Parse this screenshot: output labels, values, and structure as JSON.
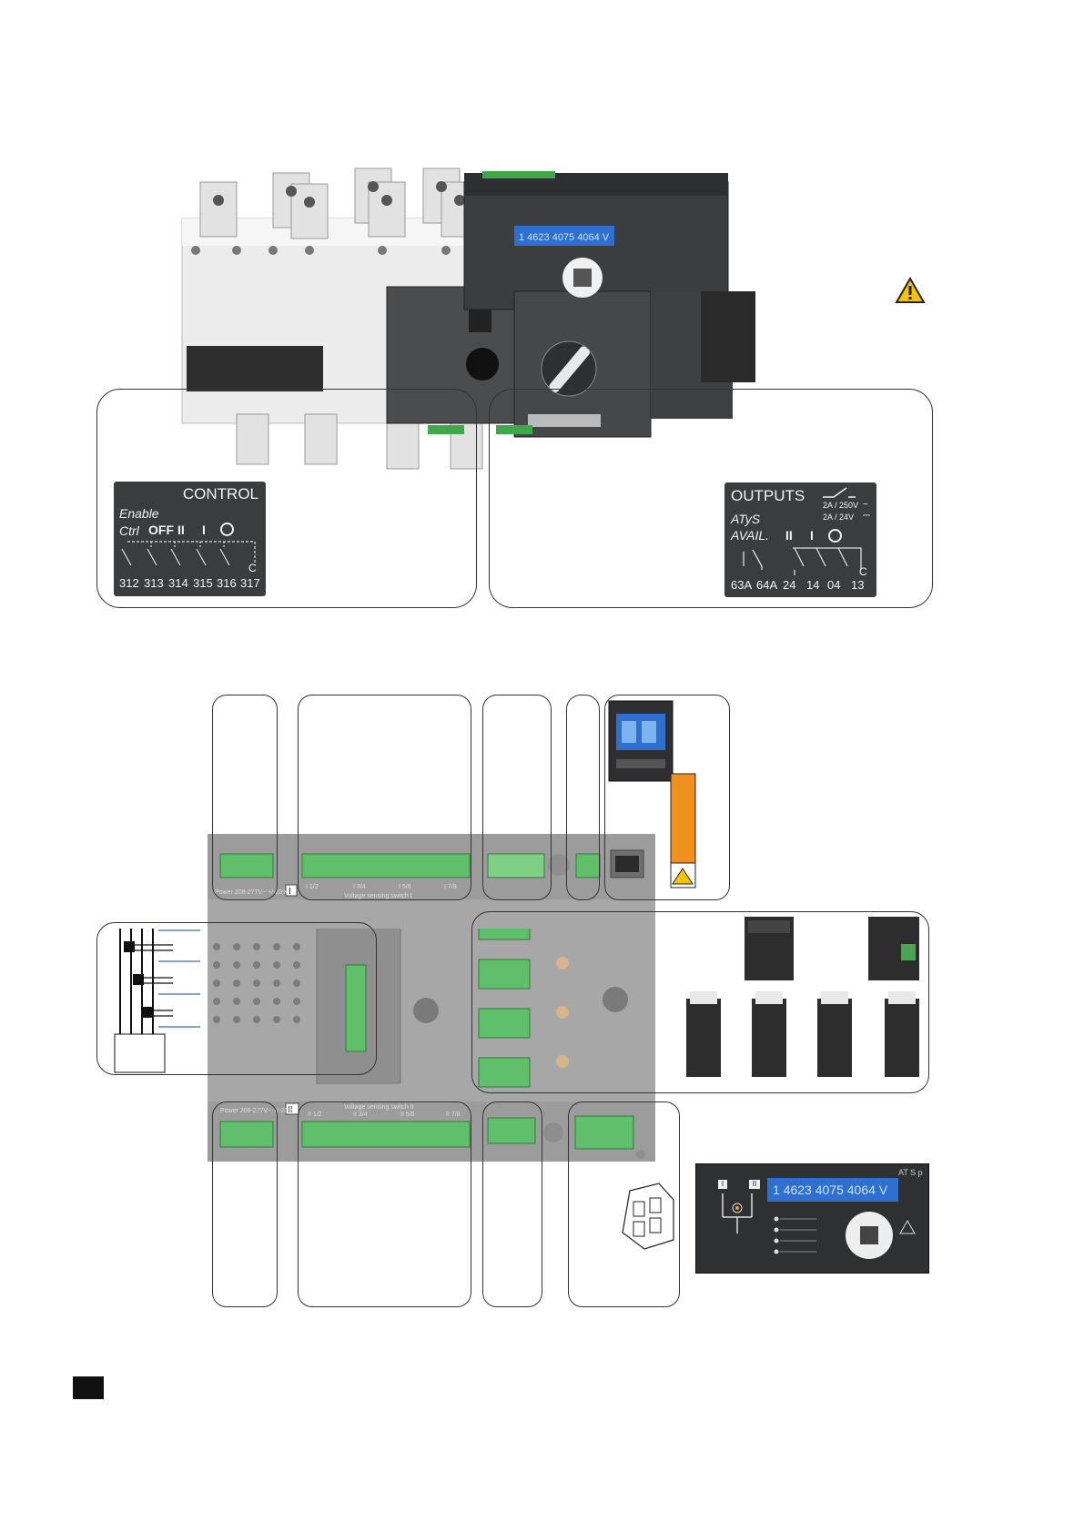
{
  "warning_icon": "warning-triangle-icon",
  "control_label": {
    "title": "CONTROL",
    "enable": "Enable",
    "ctrl": "Ctrl",
    "off": "OFF",
    "two": "II",
    "one": "I",
    "zero_symbol": "O",
    "common": "C",
    "terminals": [
      "312",
      "313",
      "314",
      "315",
      "316",
      "317"
    ]
  },
  "outputs_label": {
    "title": "OUTPUTS",
    "rating_ac": "2A / 250V",
    "rating_dc": "2A /  24V",
    "atys": "ATyS",
    "avail": "AVAIL.",
    "two": "II",
    "one": "I",
    "zero_symbol": "O",
    "common": "C",
    "terminals": [
      "63A",
      "64A",
      "24",
      "14",
      "04",
      "13"
    ]
  },
  "controller_display": {
    "model": "AT S p",
    "readout": "1 4623 4075 4064 V",
    "source_1": "I",
    "source_2": "II"
  },
  "terminal_block_top": {
    "power_label": "Power  208-277V~ +/-20%",
    "source_badge": "I",
    "voltage_label": "Voltage sensing switch I",
    "pins": [
      "I 1/2",
      "I 3/4",
      "I 5/6",
      "I 7/8"
    ]
  },
  "terminal_block_bottom": {
    "power_label": "Power  208-277V~ +/-20%",
    "source_badge": "II",
    "voltage_label": "Voltage sensing switch II",
    "pins": [
      "II 1/2",
      "II 3/4",
      "II 5/6",
      "II 7/8"
    ]
  },
  "colors": {
    "callout_border": "#333333",
    "label_panel": "#3a3c3e",
    "terminal_green": "#5fbf6a",
    "orange_bar": "#f0901e",
    "display_blue": "#2f6fd0",
    "line_blue": "#3a6fb0",
    "page_marker": "#111111"
  }
}
